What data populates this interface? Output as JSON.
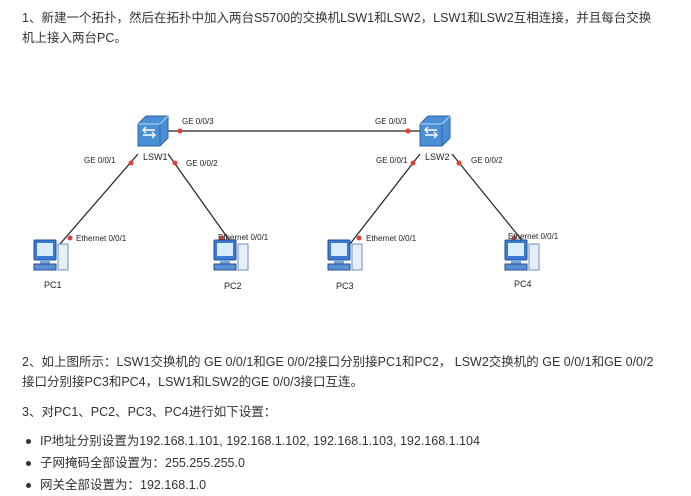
{
  "text": {
    "p1": "1、新建一个拓扑，然后在拓扑中加入两台S5700的交换机LSW1和LSW2，LSW1和LSW2互相连接，并且每台交换机上接入两台PC。",
    "p2": "2、如上图所示：LSW1交换机的 GE 0/0/1和GE 0/0/2接口分别接PC1和PC2，  LSW2交换机的 GE 0/0/1和GE 0/0/2接口分别接PC3和PC4，LSW1和LSW2的GE 0/0/3接口互连。",
    "p3": "3、对PC1、PC2、PC3、PC4进行如下设置：",
    "bullets": [
      "IP地址分别设置为192.168.1.101, 192.168.1.102, 192.168.1.103, 192.168.1.104",
      "子网掩码全部设置为：255.255.255.0",
      "网关全部设置为：192.168.1.0"
    ]
  },
  "diagram": {
    "nodes": [
      {
        "id": "LSW1",
        "label": "LSW1",
        "kind": "switch"
      },
      {
        "id": "LSW2",
        "label": "LSW2",
        "kind": "switch"
      },
      {
        "id": "PC1",
        "label": "PC1",
        "kind": "pc"
      },
      {
        "id": "PC2",
        "label": "PC2",
        "kind": "pc"
      },
      {
        "id": "PC3",
        "label": "PC3",
        "kind": "pc"
      },
      {
        "id": "PC4",
        "label": "PC4",
        "kind": "pc"
      }
    ],
    "links": [
      {
        "from": "LSW1",
        "to": "LSW2",
        "from_port": "GE 0/0/3",
        "to_port": "GE 0/0/3"
      },
      {
        "from": "LSW1",
        "to": "PC1",
        "from_port": "GE 0/0/1",
        "to_port": "Ethernet 0/0/1"
      },
      {
        "from": "LSW1",
        "to": "PC2",
        "from_port": "GE 0/0/2",
        "to_port": "Ethernet 0/0/1"
      },
      {
        "from": "LSW2",
        "to": "PC3",
        "from_port": "GE 0/0/1",
        "to_port": "Ethernet 0/0/1"
      },
      {
        "from": "LSW2",
        "to": "PC4",
        "from_port": "GE 0/0/2",
        "to_port": "Ethernet 0/0/1"
      }
    ],
    "colors": {
      "link": "#222222",
      "port_dot": "#e0403a",
      "switch": "#4a8fd6",
      "pc": "#3c7bd0"
    }
  }
}
